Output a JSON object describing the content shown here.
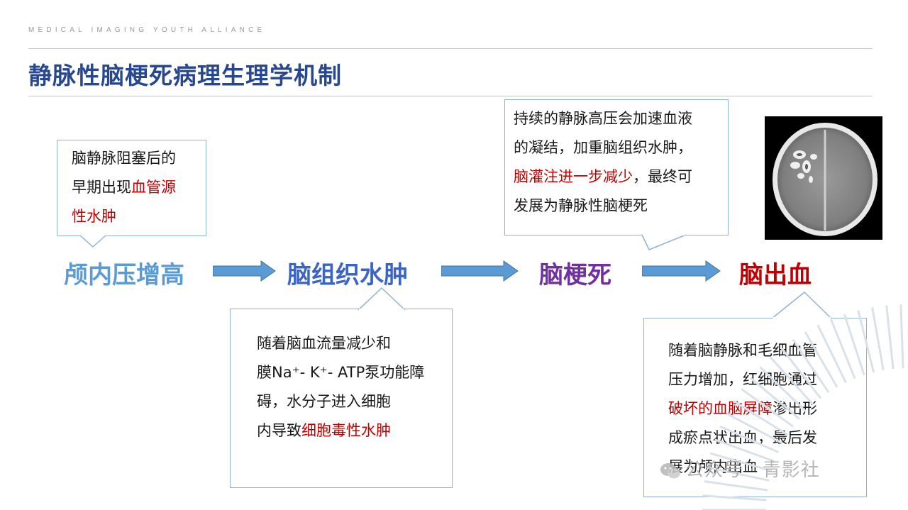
{
  "header": {
    "org": "MEDICAL IMAGING YOUTH ALLIANCE",
    "title": "静脉性脑梗死病理生理学机制"
  },
  "stages": [
    {
      "label": "颅内压增高",
      "color": "#5b9bd5"
    },
    {
      "label": "脑组织水肿",
      "color": "#3a64c8"
    },
    {
      "label": "脑梗死",
      "color": "#7030a0"
    },
    {
      "label": "脑出血",
      "color": "#c00000"
    }
  ],
  "notes": {
    "note1": {
      "lines": [
        [
          "脑静脉阻塞后的"
        ],
        [
          "早期出现",
          "血管源"
        ],
        [
          "性水肿"
        ]
      ]
    },
    "note2": {
      "lines": [
        [
          "随着脑血流量减少和"
        ],
        [
          "膜Na⁺- K⁺- ATP泵功能障"
        ],
        [
          "碍，水分子进入细胞"
        ],
        [
          "内导致",
          "细胞毒性水肿"
        ]
      ]
    },
    "note3": {
      "lines": [
        [
          "持续的静脉高压会加速血液"
        ],
        [
          "的凝结，加重脑组织水肿，"
        ],
        [
          "脑灌注进一步减少",
          "，最终可"
        ],
        [
          "发展为静脉性脑梗死"
        ]
      ]
    },
    "note4": {
      "lines": [
        [
          "随着脑静脉和毛细血管"
        ],
        [
          "压力增加，红细胞通过"
        ],
        [
          "破坏的血脑屏障",
          "渗出形"
        ],
        [
          "成瘀点状出血，最后发"
        ],
        [
          "展为颅内出血"
        ]
      ]
    }
  },
  "image": {
    "description_icon": "ct-brain-scan-image"
  },
  "watermark": {
    "text": "公众号 · 青影社",
    "icon": "wechat-icon"
  },
  "colors": {
    "title": "#27478f",
    "arrow": "#5b9bd5",
    "highlight": "#c00000",
    "box_border": "#8fb3d6"
  }
}
